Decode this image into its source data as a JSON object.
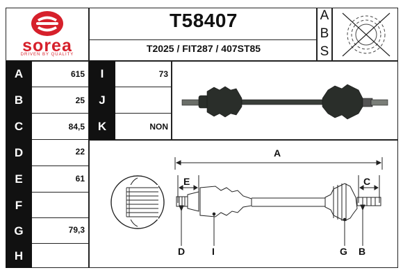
{
  "brand": {
    "name": "sorea",
    "tagline": "DRIVEN BY QUALITY",
    "logo_color": "#d6202b"
  },
  "product": {
    "code": "T58407",
    "references": "T2025 / FIT287 / 407ST85"
  },
  "abs": {
    "letters": [
      "A",
      "B",
      "S"
    ],
    "icon": "abs-ring-crossed-icon"
  },
  "specs_left": [
    {
      "label": "A",
      "value": "615"
    },
    {
      "label": "B",
      "value": "25"
    },
    {
      "label": "C",
      "value": "84,5"
    },
    {
      "label": "D",
      "value": "22"
    },
    {
      "label": "E",
      "value": "61"
    },
    {
      "label": "F",
      "value": ""
    },
    {
      "label": "G",
      "value": "79,3"
    },
    {
      "label": "H",
      "value": ""
    }
  ],
  "specs_right": [
    {
      "label": "I",
      "value": "73"
    },
    {
      "label": "J",
      "value": ""
    },
    {
      "label": "K",
      "value": "NON"
    }
  ],
  "diagram": {
    "label_a": "A",
    "label_e": "E",
    "label_c": "C",
    "label_d": "D",
    "label_i": "I",
    "label_g": "G",
    "label_b": "B"
  }
}
